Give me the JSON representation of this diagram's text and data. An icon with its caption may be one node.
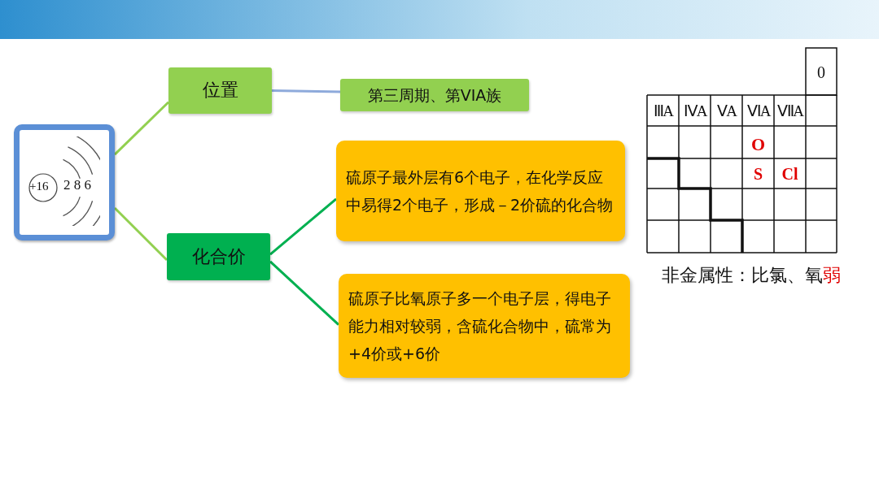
{
  "diagram": {
    "nodes": [
      {
        "text": [
          "+16",
          "2 8 6"
        ]
      },
      {
        "text": [
          "位置"
        ]
      },
      {
        "text": [
          "第三周期、第VIA族"
        ]
      },
      {
        "text": [
          "化合价"
        ]
      },
      {
        "text": [
          "硫原子最外层有6个电子，在化学反应中易得2个电子，形成－2价硫的化合物"
        ]
      },
      {
        "text": [
          "硫原子比氧原子多一个电子层，得电子能力相对较弱，含硫化合物中，硫常为+4价或+6价"
        ]
      }
    ],
    "edges": [
      {
        "from": 0,
        "to": 1,
        "arrow": "none",
        "color": "#92d050"
      },
      {
        "from": 1,
        "to": 2,
        "arrow": "none",
        "color": "#8eaadb"
      },
      {
        "from": 0,
        "to": 3,
        "arrow": "none",
        "color": "#92d050"
      },
      {
        "from": 3,
        "to": 4,
        "arrow": "none",
        "color": "#00b050"
      },
      {
        "from": 3,
        "to": 5,
        "arrow": "none",
        "color": "#00b050"
      }
    ],
    "labels": [
      "0",
      "ⅢA",
      "ⅣA",
      "ⅤA",
      "ⅥA",
      "ⅦA",
      "O",
      "S",
      "Cl",
      "非金属性：比氯、氧**弱**"
    ]
  }
}
